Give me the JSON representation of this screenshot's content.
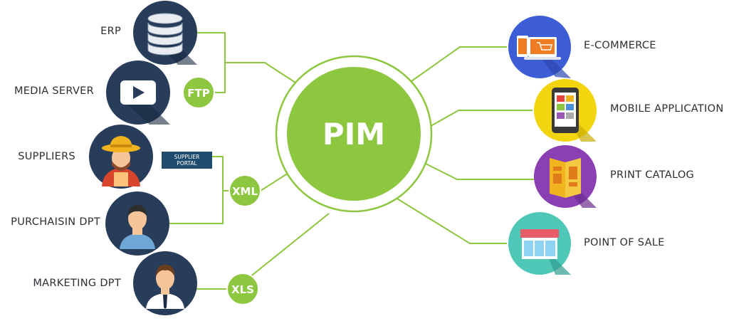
{
  "center": {
    "label": "PIM"
  },
  "left_sources": [
    {
      "label": "ERP",
      "icon": "database-icon",
      "bg": "#273d5a"
    },
    {
      "label": "MEDIA SERVER",
      "icon": "video-player-icon",
      "bg": "#273d5a"
    },
    {
      "label": "SUPPLIERS",
      "icon": "farmer-icon",
      "bg": "#273d5a"
    },
    {
      "label": "PURCHAISIN DPT",
      "icon": "person-icon",
      "bg": "#273d5a"
    },
    {
      "label": "MARKETING DPT",
      "icon": "businessman-icon",
      "bg": "#273d5a"
    }
  ],
  "connectors": [
    {
      "label": "FTP"
    },
    {
      "label": "XML"
    },
    {
      "label": "XLS"
    }
  ],
  "portal_tag": {
    "line1": "SUPPLIER",
    "line2": "PORTAL"
  },
  "right_channels": [
    {
      "label": "E-COMMERCE",
      "icon": "devices-cart-icon",
      "bg": "#3c5dd6"
    },
    {
      "label": "MOBILE APPLICATION",
      "icon": "smartphone-icon",
      "bg": "#f2d40f"
    },
    {
      "label": "PRINT CATALOG",
      "icon": "brochure-icon",
      "bg": "#8a3fb3"
    },
    {
      "label": "POINT OF SALE",
      "icon": "storefront-icon",
      "bg": "#4fc7b7"
    }
  ],
  "colors": {
    "green": "#8dc63f",
    "line": "#8dc63f",
    "navy": "#273d5a",
    "text": "#2b2f33"
  }
}
